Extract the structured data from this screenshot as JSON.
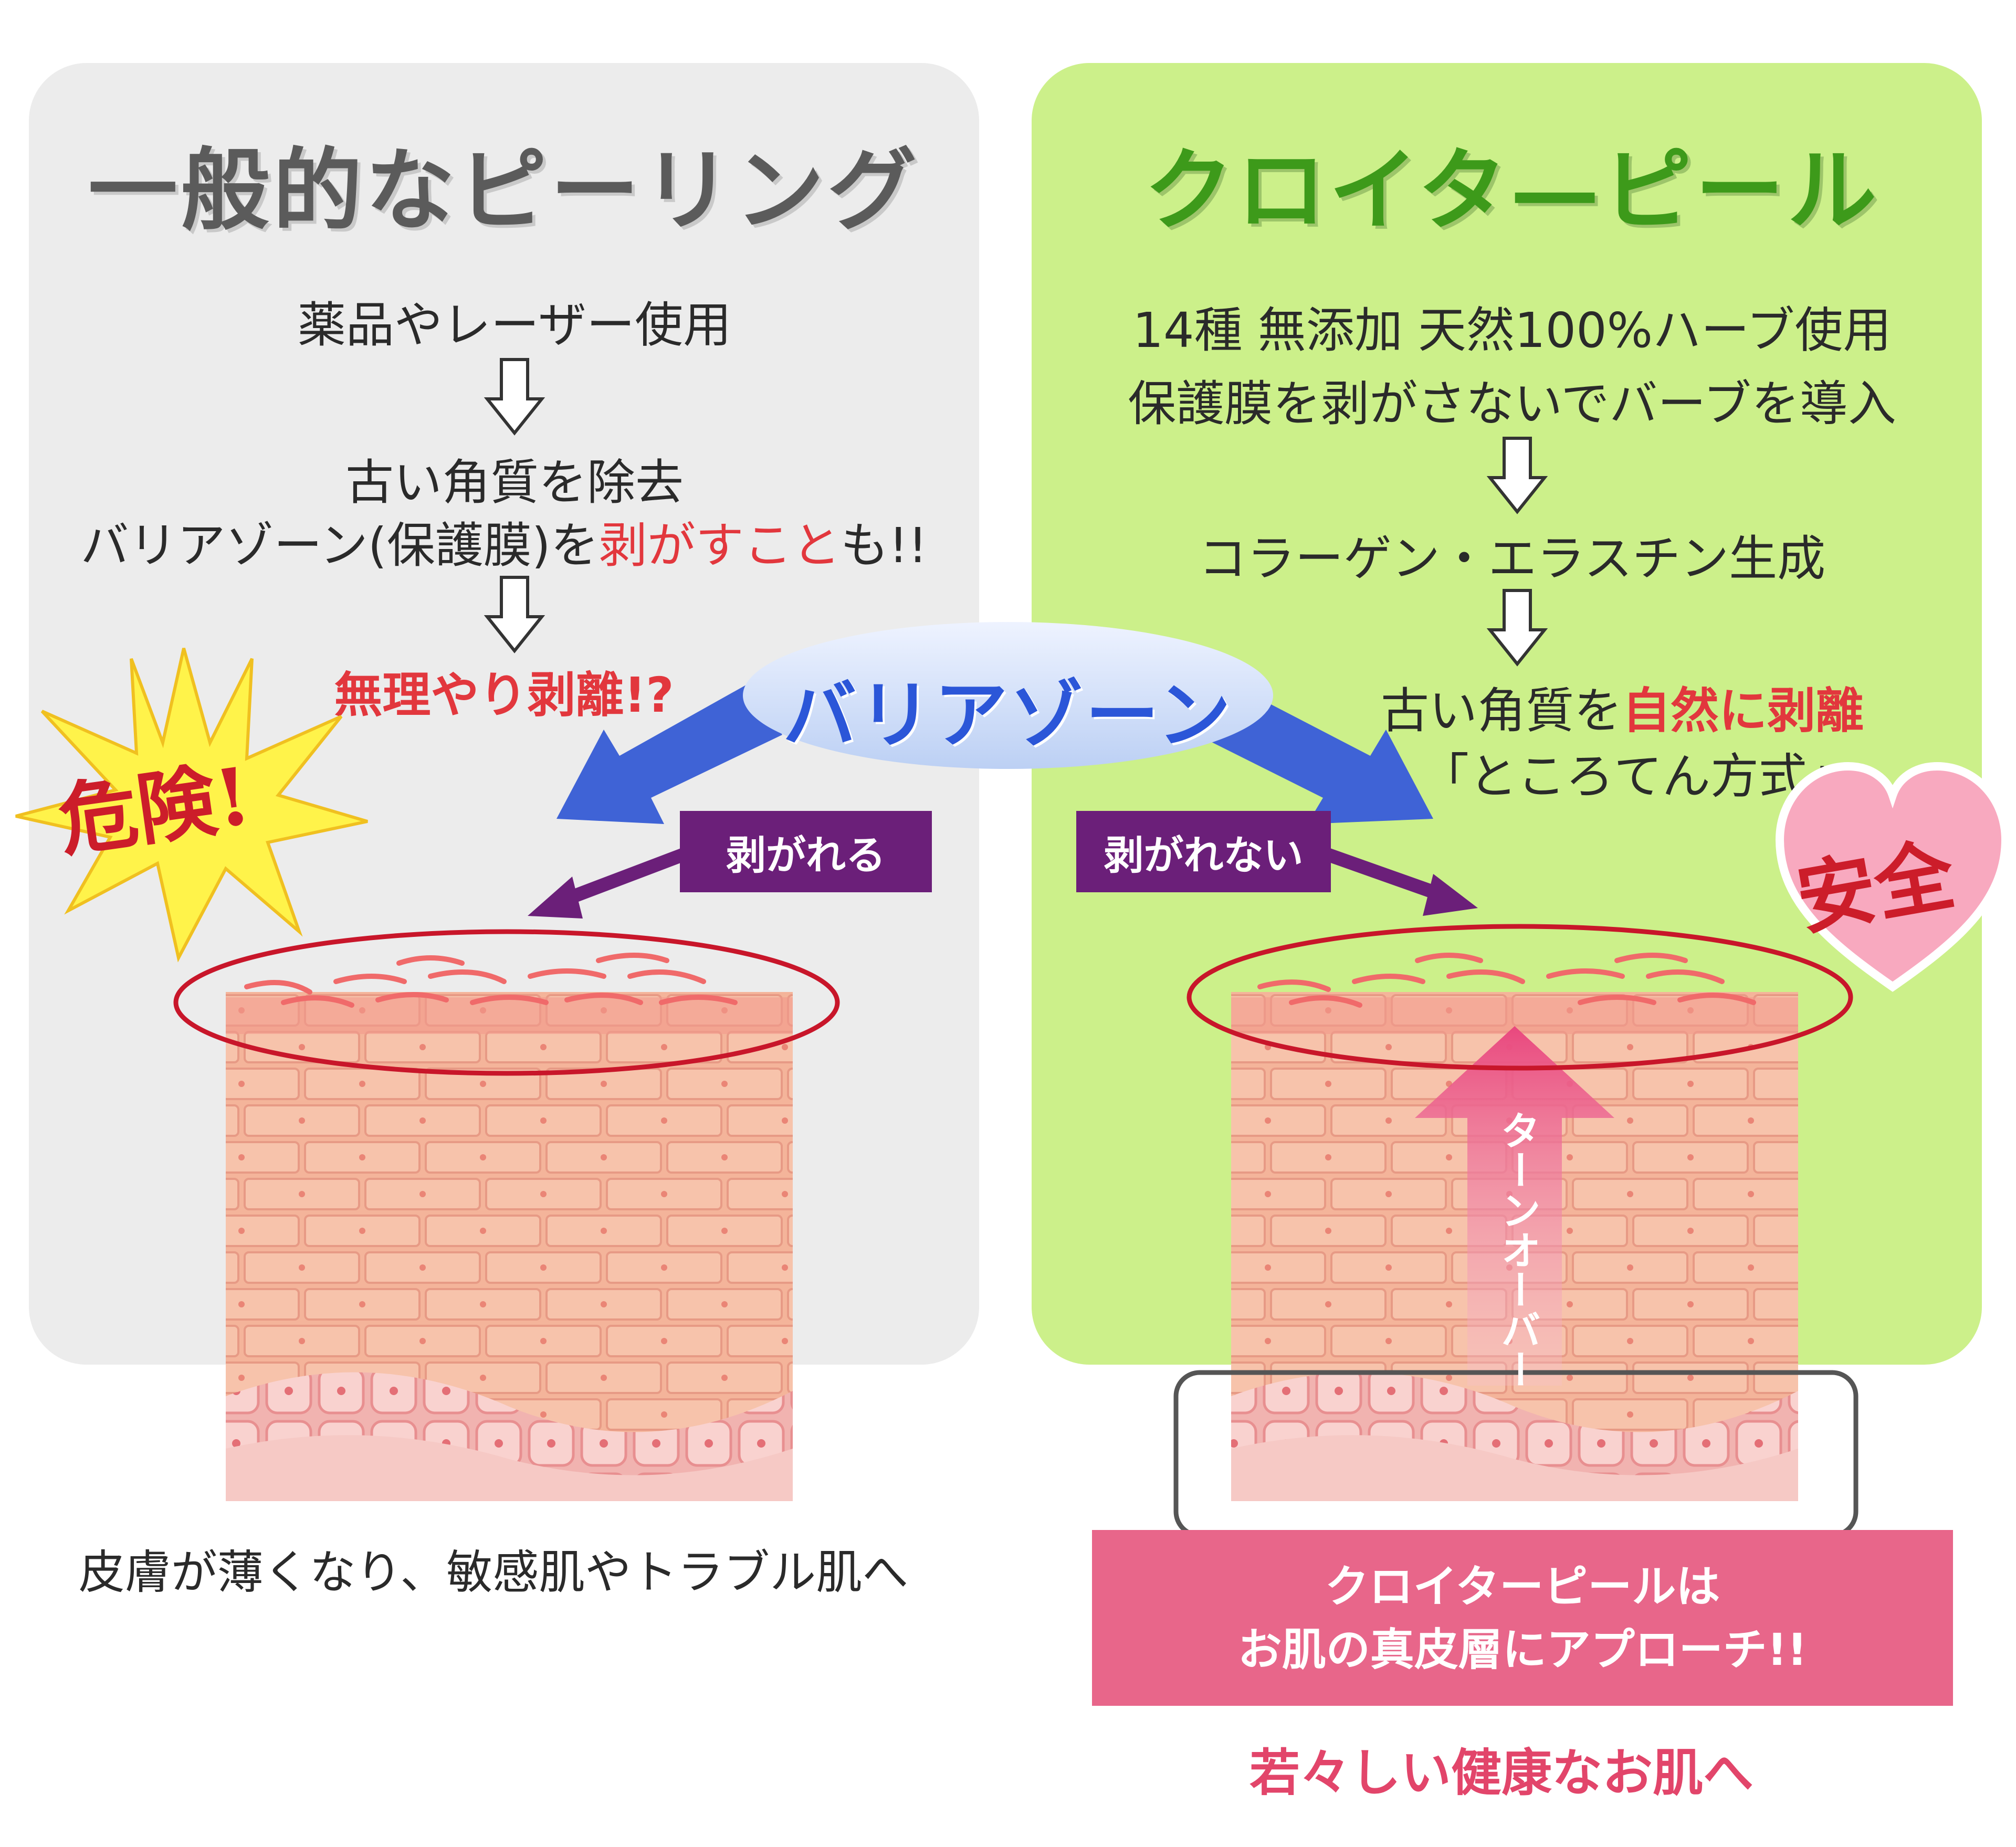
{
  "left": {
    "title": "一般的なピーリング",
    "step1": "薬品やレーザー使用",
    "step2_line1": "古い角質を除去",
    "step2_line2_a": "バリアゾーン(保護膜)を",
    "step2_line2_red": "剥がすこと",
    "step2_line2_b": "も!!",
    "step3_red": "無理やり剥離!?",
    "badge": "危険!",
    "tag": "剥がれる",
    "conclusion": "皮膚が薄くなり、敏感肌やトラブル肌へ"
  },
  "right": {
    "title": "クロイタ—ピール",
    "step1_line1": "14種 無添加 天然100%ハーブ使用",
    "step1_line2": "保護膜を剥がさないでバーブを導入",
    "step2": "コラーゲン・エラスチン生成",
    "step3_line1_a": "古い角質を",
    "step3_line1_red": "自然に剥離",
    "step3_line2": "「ところてん方式」",
    "badge": "安全",
    "tag": "剥がれない",
    "turnover": "ターンオーバー",
    "pink_line1": "クロイターピールは",
    "pink_line2": "お肌の真皮層にアプローチ!!",
    "conclusion": "若々しい健康なお肌へ"
  },
  "center": {
    "label": "バリアゾーン"
  },
  "colors": {
    "left_panel": "#ececec",
    "right_panel": "#ccf08a",
    "red_text": "#e2373d",
    "tag_purple": "#6b1f79",
    "blue_arrow": "#3f63d6",
    "pink_box": "#e8668a"
  }
}
